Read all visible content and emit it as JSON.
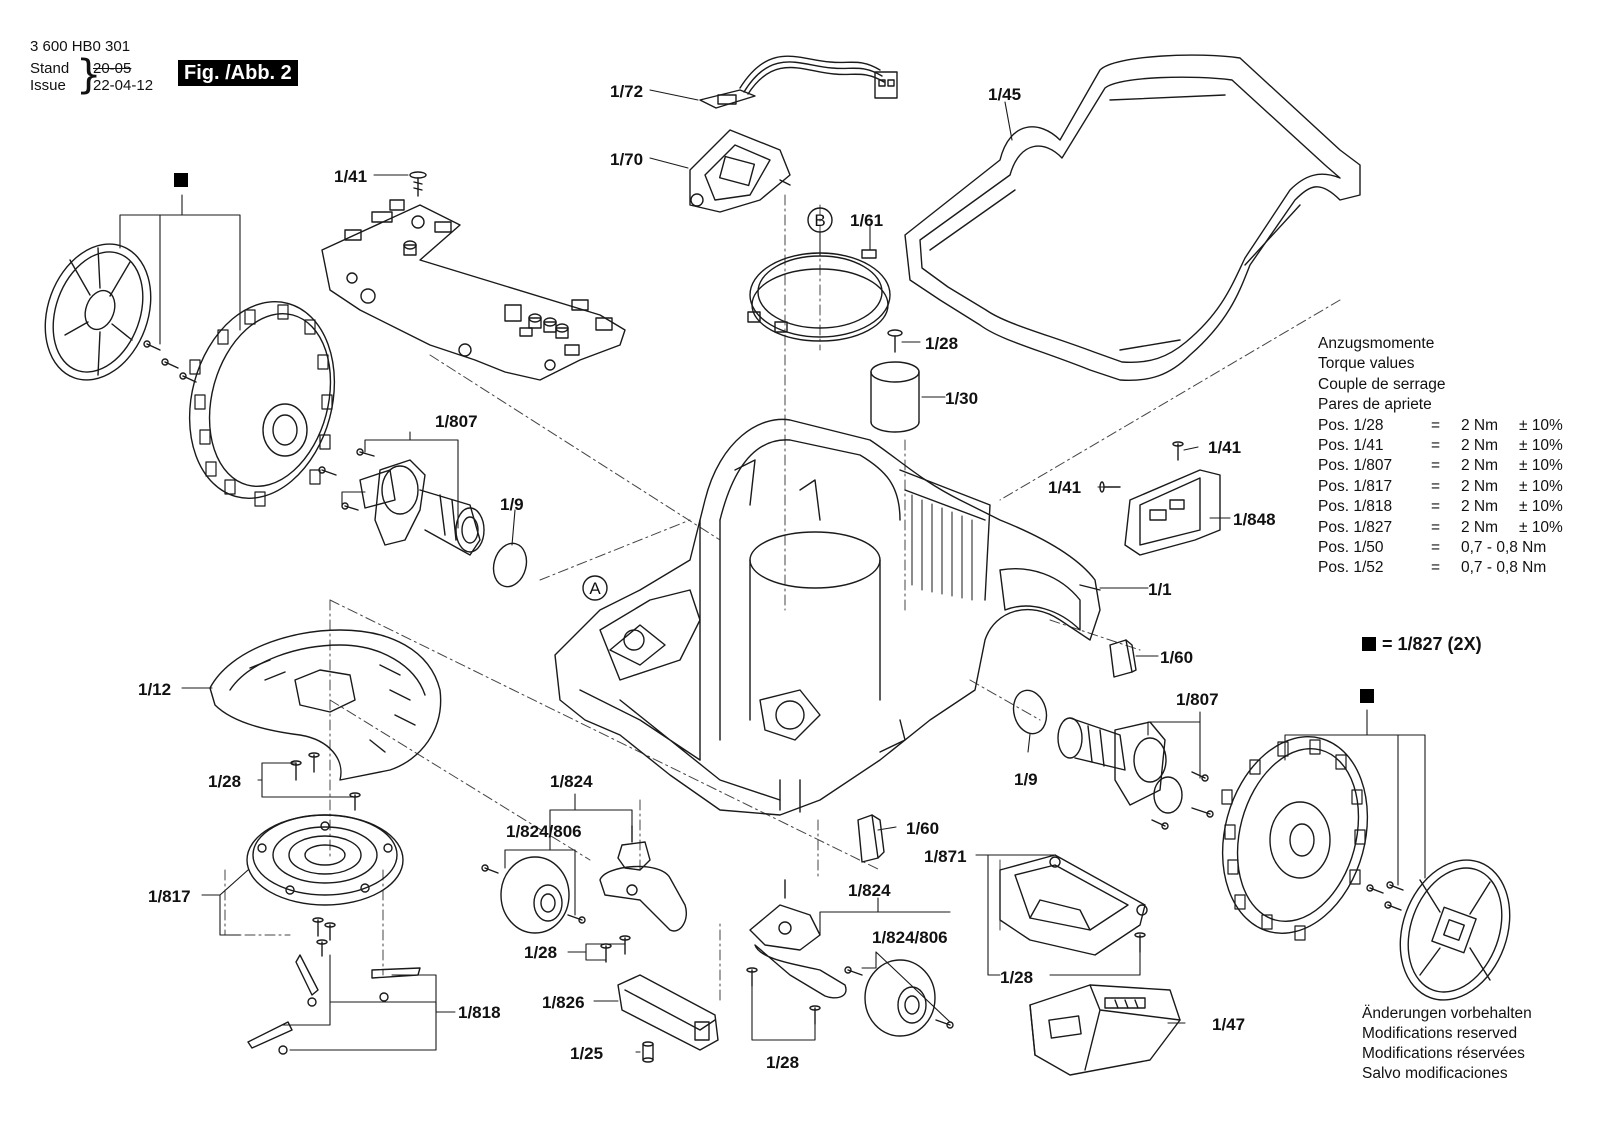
{
  "header": {
    "doc_number": "3 600 HB0 301",
    "stand_label": "Stand",
    "issue_label": "Issue",
    "stand_value": "20-05",
    "issue_value": "22-04-12",
    "figure_label": "Fig. /Abb. 2"
  },
  "callouts": {
    "c_1_72": "1/72",
    "c_1_70": "1/70",
    "c_1_45": "1/45",
    "c_1_41_top": "1/41",
    "c_1_61": "1/61",
    "c_b": "B",
    "c_1_28_top": "1/28",
    "c_1_30": "1/30",
    "c_1_807_left": "1/807",
    "c_1_9_left": "1/9",
    "c_1_41_right_a": "1/41",
    "c_1_41_right_b": "1/41",
    "c_1_848": "1/848",
    "c_a": "A",
    "c_1_1": "1/1",
    "c_1_60_right": "1/60",
    "c_1_12": "1/12",
    "c_1_28_left": "1/28",
    "c_1_807_right": "1/807",
    "c_1_9_right": "1/9",
    "c_1_824_left": "1/824",
    "c_1_824_806_left": "1/824/806",
    "c_1_60_center": "1/60",
    "c_1_871": "1/871",
    "c_1_817": "1/817",
    "c_1_824_right": "1/824",
    "c_1_824_806_right": "1/824/806",
    "c_1_28_center_left": "1/28",
    "c_1_28_right": "1/28",
    "c_1_826": "1/826",
    "c_1_818": "1/818",
    "c_1_25": "1/25",
    "c_1_47": "1/47",
    "c_1_28_bottom": "1/28"
  },
  "torque": {
    "titles": [
      "Anzugsmomente",
      "Torque values",
      "Couple de serrage",
      "Pares de apriete"
    ],
    "rows": [
      {
        "pos": "Pos. 1/28",
        "eq": "=",
        "val": "2 Nm",
        "tol": "± 10%"
      },
      {
        "pos": "Pos. 1/41",
        "eq": "=",
        "val": "2 Nm",
        "tol": "± 10%"
      },
      {
        "pos": "Pos. 1/807",
        "eq": "=",
        "val": "2 Nm",
        "tol": "± 10%"
      },
      {
        "pos": "Pos. 1/817",
        "eq": "=",
        "val": "2 Nm",
        "tol": "± 10%"
      },
      {
        "pos": "Pos. 1/818",
        "eq": "=",
        "val": "2 Nm",
        "tol": "± 10%"
      },
      {
        "pos": "Pos. 1/827",
        "eq": "=",
        "val": "2 Nm",
        "tol": "± 10%"
      },
      {
        "pos": "Pos. 1/50",
        "eq": "=",
        "val": "0,7  - 0,8 Nm",
        "tol": ""
      },
      {
        "pos": "Pos. 1/52",
        "eq": "=",
        "val": "0,7  - 0,8 Nm",
        "tol": ""
      }
    ]
  },
  "legend": {
    "marker_text": "= 1/827 (2X)"
  },
  "modifications": [
    "Änderungen vorbehalten",
    "Modifications reserved",
    "Modifications réservées",
    "Salvo modificaciones"
  ]
}
